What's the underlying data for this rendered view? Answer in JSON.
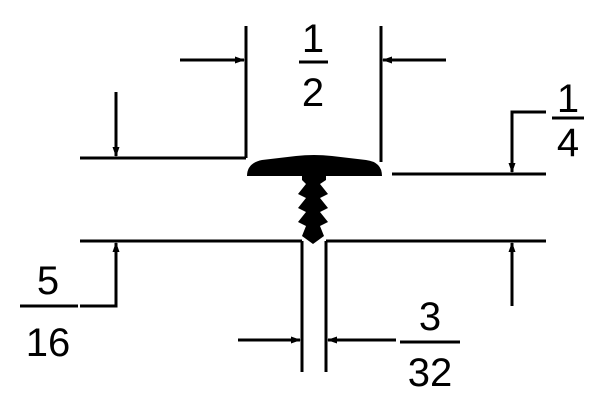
{
  "diagram": {
    "dimensions": {
      "top_width": {
        "numerator": "1",
        "denominator": "2"
      },
      "cap_height": {
        "numerator": "1",
        "denominator": "4"
      },
      "slot_depth": {
        "numerator": "5",
        "denominator": "16"
      },
      "slot_width": {
        "numerator": "3",
        "denominator": "32"
      }
    }
  }
}
